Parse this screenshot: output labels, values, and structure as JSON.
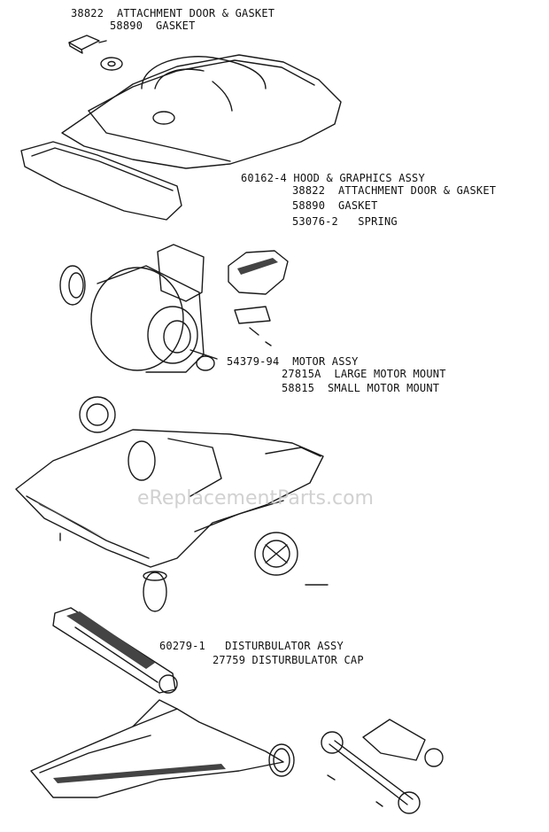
{
  "labels": {
    "top_door": "38822  ATTACHMENT DOOR & GASKET",
    "top_gasket": "58890  GASKET",
    "hood": "60162-4 HOOD & GRAPHICS ASSY",
    "hood_door": "38822  ATTACHMENT DOOR & GASKET",
    "hood_gasket": "58890  GASKET",
    "spring": "53076-2   SPRING",
    "motor": "54379-94  MOTOR ASSY",
    "motor_large": "27815A  LARGE MOTOR MOUNT",
    "motor_small": "58815  SMALL MOTOR MOUNT",
    "disturbulator": "60279-1   DISTURBULATOR ASSY",
    "disturbulator_cap": "27759 DISTURBULATOR CAP"
  },
  "watermark": "eReplacementParts.com",
  "colors": {
    "line": "#1a1a1a",
    "background": "#ffffff",
    "watermark": "#c9c9c9"
  }
}
